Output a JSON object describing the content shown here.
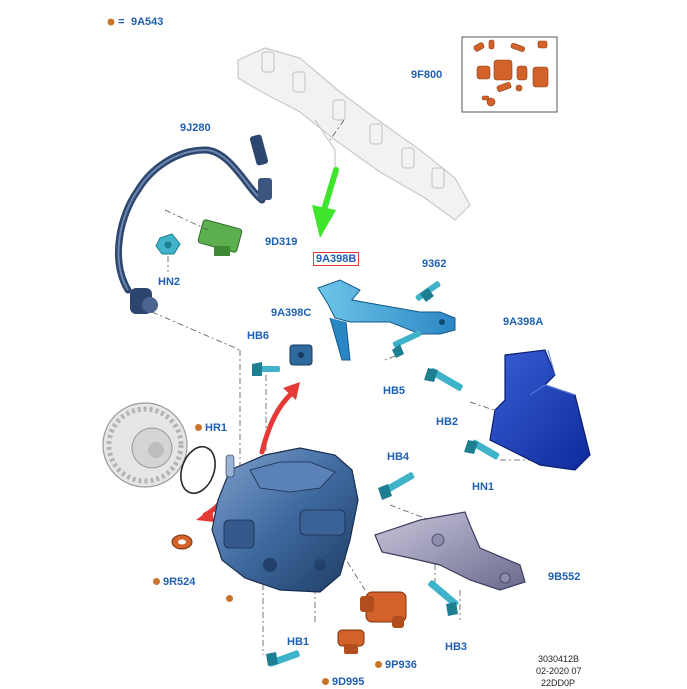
{
  "legend": {
    "marker_color": "#c8742a",
    "equals": "=",
    "code": "9A543"
  },
  "callouts": {
    "9F800": "9F800",
    "9J280": "9J280",
    "9D319": "9D319",
    "HN2": "HN2",
    "9A398B": "9A398B",
    "9362": "9362",
    "9A398C": "9A398C",
    "HB6": "HB6",
    "9A398A": "9A398A",
    "HB5": "HB5",
    "HB2": "HB2",
    "HR1": "HR1",
    "HB4": "HB4",
    "HN1": "HN1",
    "9R524": "9R524",
    "9B552": "9B552",
    "HB3": "HB3",
    "HB1": "HB1",
    "9P936": "9P936",
    "9D995": "9D995"
  },
  "footer": {
    "line1": "3030412B",
    "line2": "02-2020 07",
    "line3": "22DD0P"
  },
  "colors": {
    "label_blue": "#1f5fb4",
    "highlight_green": "#3ee52a",
    "motion_red": "#e53935",
    "part_blue": "#1f3fae",
    "pump_blue": "#4a74a8",
    "orange": "#d2622a",
    "cyan": "#3fb3c9"
  },
  "icons": [
    "fuel-rail-ghost",
    "pump-gear-icon",
    "fuel-pump-icon",
    "heat-shield-icon",
    "bracket-icon",
    "bolt-icon",
    "pressure-sensor-icon",
    "green-arrow-icon",
    "red-arrow-icon"
  ]
}
